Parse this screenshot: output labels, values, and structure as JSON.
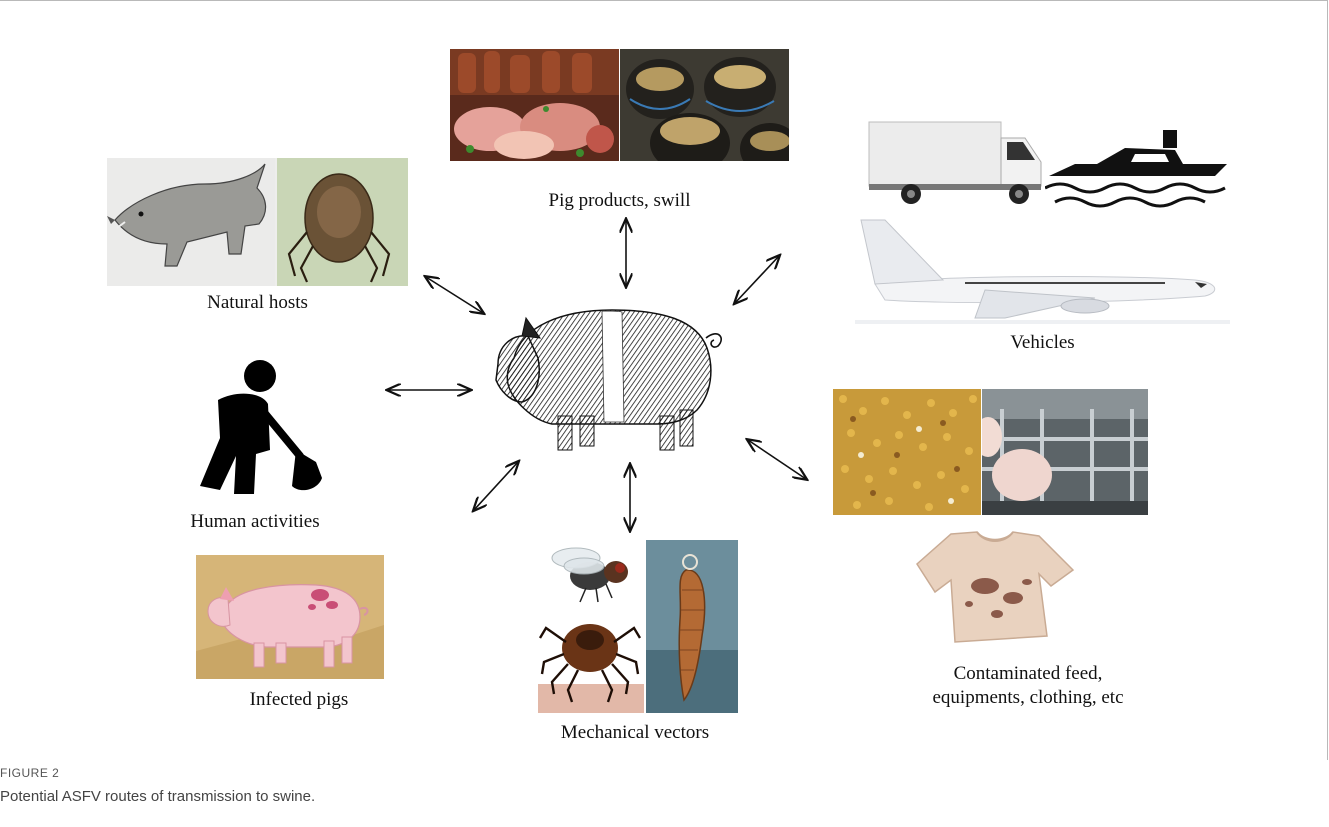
{
  "figure": {
    "label": "FIGURE 2",
    "caption": "Potential ASFV routes of transmission to swine."
  },
  "center": {
    "name": "pig",
    "icon": "pig-engraving-icon"
  },
  "nodes": [
    {
      "id": "natural-hosts",
      "label": "Natural hosts",
      "icons": [
        "wild-boar-icon",
        "soft-tick-icon"
      ]
    },
    {
      "id": "pig-products",
      "label": "Pig products, swill",
      "icons": [
        "pork-products-icon",
        "swill-pots-icon"
      ]
    },
    {
      "id": "vehicles",
      "label": "Vehicles",
      "icons": [
        "truck-icon",
        "ship-icon",
        "airplane-icon"
      ]
    },
    {
      "id": "human-activities",
      "label": "Human activities",
      "icons": [
        "worker-shovel-icon"
      ]
    },
    {
      "id": "contaminated",
      "label": "Contaminated feed,\nequipments, clothing, etc",
      "icons": [
        "feed-grain-icon",
        "pig-pen-icon",
        "stained-tshirt-icon"
      ]
    },
    {
      "id": "infected-pigs",
      "label": "Infected pigs",
      "icons": [
        "infected-pig-icon"
      ]
    },
    {
      "id": "mechanical-vectors",
      "label": "Mechanical vectors",
      "icons": [
        "fly-icon",
        "hard-tick-icon",
        "leech-icon"
      ]
    }
  ],
  "colors": {
    "arrow": "#111111",
    "frame": "#b9b9b9",
    "caption": "#444444"
  }
}
